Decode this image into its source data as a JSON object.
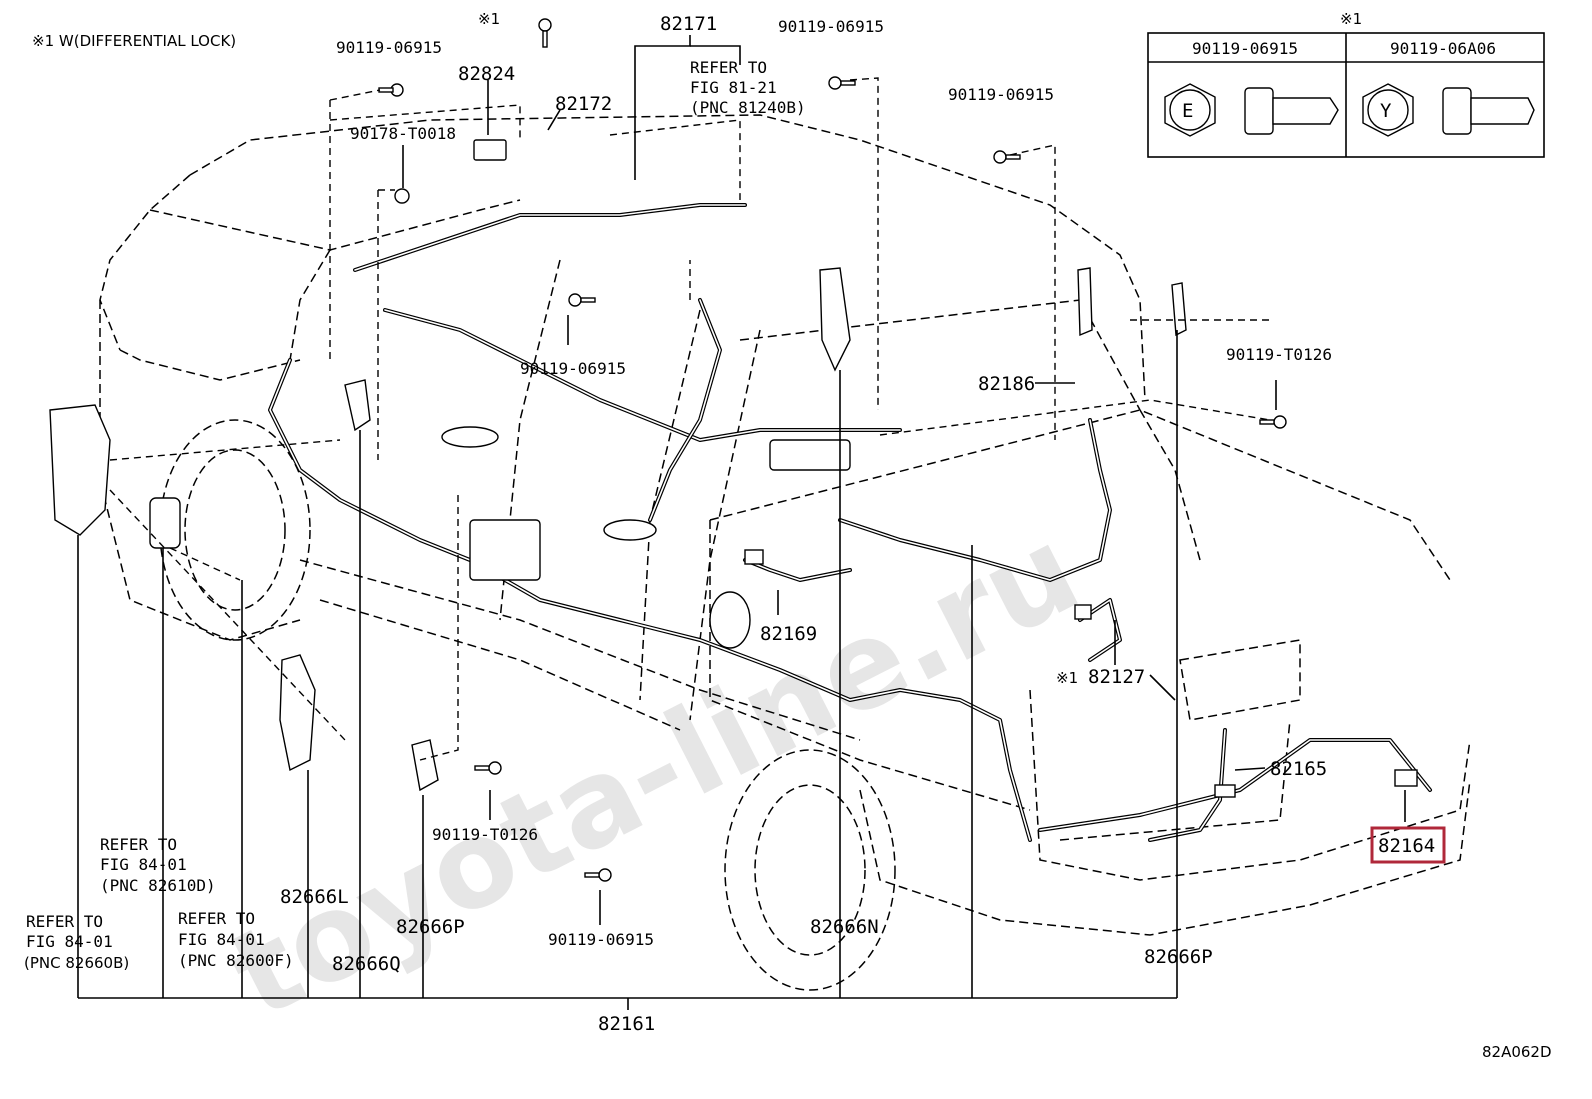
{
  "watermark": "toyota-line.ru",
  "note": "※1 W(DIFFERENTIAL LOCK)",
  "figure_code": "82A062D",
  "legend": {
    "header": "※1",
    "col1": {
      "part": "90119-06915",
      "marking": "E"
    },
    "col2": {
      "part": "90119-06A06",
      "marking": "Y"
    }
  },
  "labels": {
    "l82171": "82171",
    "ref8121_a": "REFER TO",
    "ref8121_b": "FIG 81-21",
    "ref8121_c": "(PNC 81240B)",
    "star1_top": "※1",
    "p90119_a": "90119-06915",
    "p90119_b": "90119-06915",
    "p90119_c": "90119-06915",
    "p90119_d": "90119-06915",
    "p90119_e": "90119-06915",
    "l82824": "82824",
    "l82172": "82172",
    "l90178": "90178-T0018",
    "l82186": "82186",
    "pT0126_a": "90119-T0126",
    "pT0126_b": "90119-T0126",
    "l82169": "82169",
    "star1_82127": "※1",
    "l82127": "82127",
    "l82165": "82165",
    "l82164": "82164",
    "ref8401d_a": "REFER TO",
    "ref8401d_b": "FIG 84-01",
    "ref8401d_c": "(PNC 82610D)",
    "ref8401b_a": "REFER TO",
    "ref8401b_b": "FIG 84-01",
    "ref8401b_c": "(PNC 82660B)",
    "ref8401f_a": "REFER TO",
    "ref8401f_b": "FIG 84-01",
    "ref8401f_c": "(PNC 82600F)",
    "l82666L": "82666L",
    "l82666Q": "82666Q",
    "l82666P_a": "82666P",
    "l82666N": "82666N",
    "l82666P_b": "82666P",
    "l82161": "82161"
  }
}
